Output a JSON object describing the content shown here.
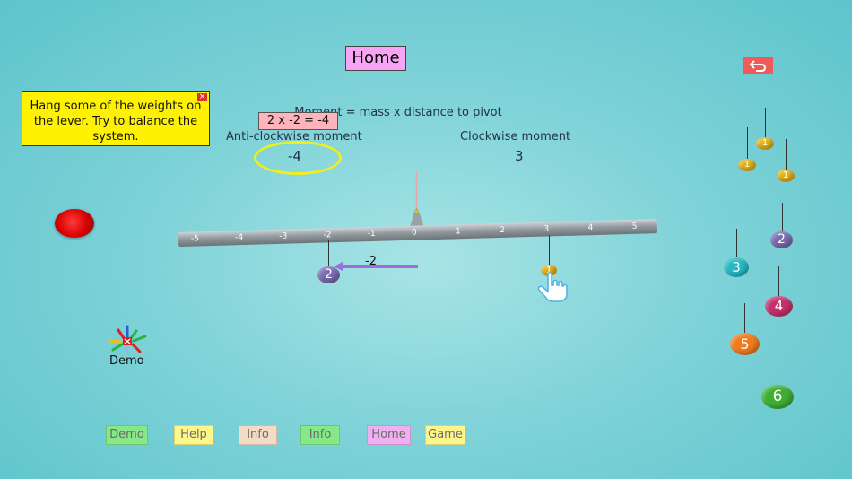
{
  "header": {
    "title": "Home"
  },
  "hint": {
    "text": "Hang some of the weights on the lever. Try to balance the system."
  },
  "formula": {
    "text": "Moment = mass x distance to pivot",
    "calc": "2 x -2 = -4"
  },
  "moments": {
    "anticlockwise_label": "Anti-clockwise moment",
    "anticlockwise_value": "-4",
    "clockwise_label": "Clockwise moment",
    "clockwise_value": "3"
  },
  "lever": {
    "ticks": [
      "-5",
      "-4",
      "-3",
      "-2",
      "-1",
      "0",
      "1",
      "2",
      "3",
      "4",
      "5"
    ],
    "arrow_label": "-2"
  },
  "hung_weights": [
    {
      "label": "2",
      "position": -2,
      "color": "#7a6ab0"
    },
    {
      "label": "1",
      "position": 3,
      "color": "#e2b21a"
    }
  ],
  "tray_weights": [
    {
      "label": "1",
      "color": "#e2b21a"
    },
    {
      "label": "1",
      "color": "#e2b21a"
    },
    {
      "label": "1",
      "color": "#e2b21a"
    },
    {
      "label": "2",
      "color": "#7a6ab0"
    },
    {
      "label": "3",
      "color": "#24b9c4"
    },
    {
      "label": "4",
      "color": "#c4306a"
    },
    {
      "label": "5",
      "color": "#f07b1e"
    },
    {
      "label": "6",
      "color": "#3eae33"
    }
  ],
  "demo_icon": {
    "label": "Demo"
  },
  "bottom_nav": [
    {
      "label": "Demo",
      "bg": "#86e886"
    },
    {
      "label": "Help",
      "bg": "#fff68a"
    },
    {
      "label": "Info",
      "bg": "#f4dbc6"
    },
    {
      "label": "Info",
      "bg": "#86e886"
    },
    {
      "label": "Home",
      "bg": "#eeb0f0"
    },
    {
      "label": "Game",
      "bg": "#fff68a"
    }
  ]
}
